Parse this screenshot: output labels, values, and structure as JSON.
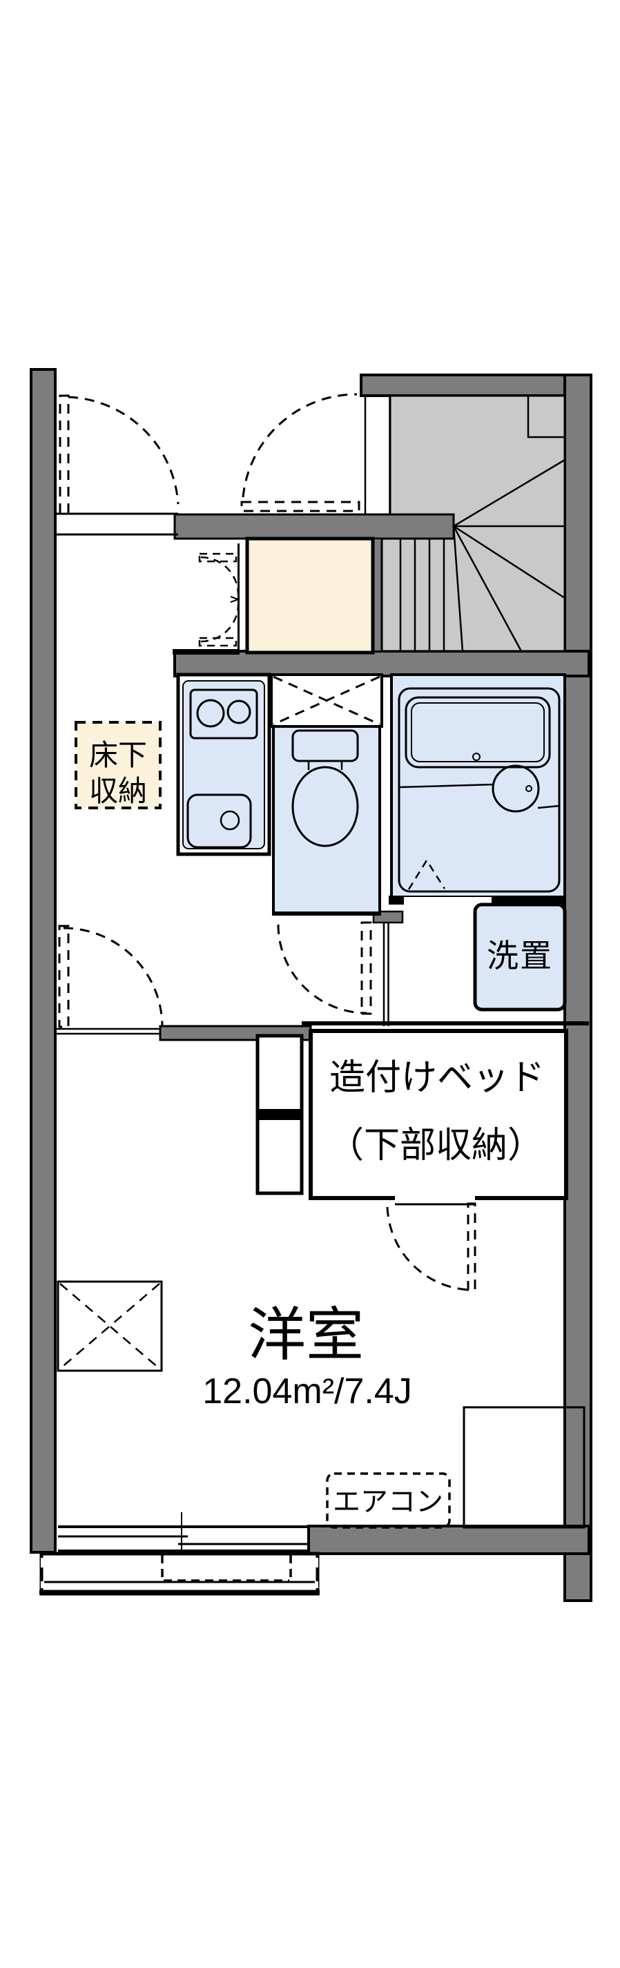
{
  "plan": {
    "type": "apartment-floor-plan",
    "labels": {
      "floor_storage_line1": "床下",
      "floor_storage_line2": "収納",
      "laundry": "洗置",
      "bed_line1": "造付けベッド",
      "bed_line2": "（下部収納）",
      "room_name": "洋室",
      "room_area": "12.04m²/7.4J",
      "aircon": "エアコン"
    },
    "colors": {
      "wall": "#7d7d7d",
      "stairs": "#c9c9c9",
      "fixtures": "#dbe7f7",
      "accent_cream": "#fcf2dc",
      "lines": "#000000",
      "background": "#ffffff"
    }
  }
}
